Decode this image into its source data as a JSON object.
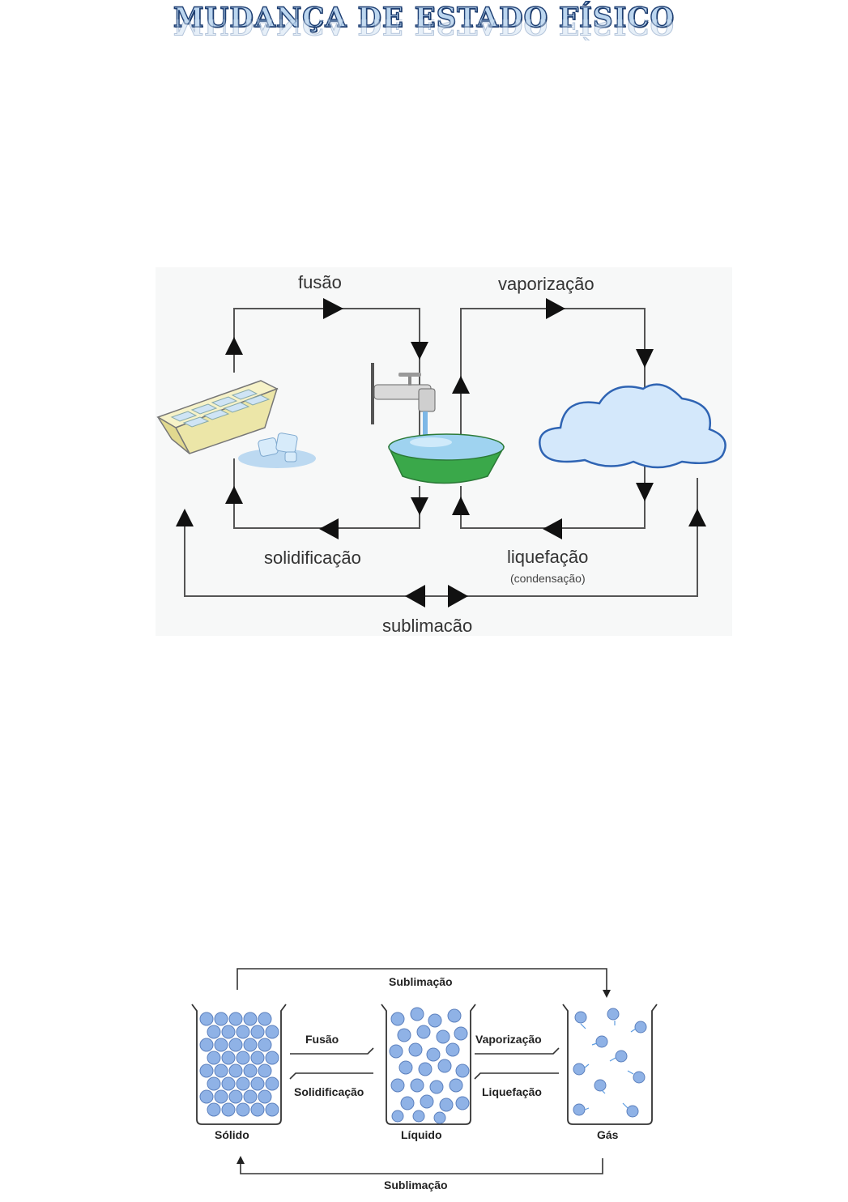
{
  "title": "MUDANÇA DE ESTADO FÍSICO",
  "diagram_top": {
    "labels": {
      "fusion": "fusão",
      "vaporization": "vaporização",
      "solidification": "solidificação",
      "liquefaction": "liquefação",
      "condensation": "(condensação)",
      "sublimation": "sublimacão"
    },
    "icons": [
      "ice-tray-icon",
      "ice-cubes-icon",
      "faucet-icon",
      "water-basin-icon",
      "cloud-icon"
    ]
  },
  "diagram_bottom": {
    "states": {
      "solid": "Sólido",
      "liquid": "Líquido",
      "gas": "Gás"
    },
    "transitions": {
      "fusion": "Fusão",
      "solidification": "Solidificação",
      "vaporization": "Vaporização",
      "liquefaction": "Liquefação",
      "sublimation_top": "Sublimação",
      "sublimation_bottom": "Sublimação"
    }
  },
  "colors": {
    "title_fill": "#bcd6ef",
    "title_stroke": "#1e3f73",
    "particle": "#8fb2e6",
    "basin": "#3aa84a",
    "cloud": "#d4e8fb"
  }
}
